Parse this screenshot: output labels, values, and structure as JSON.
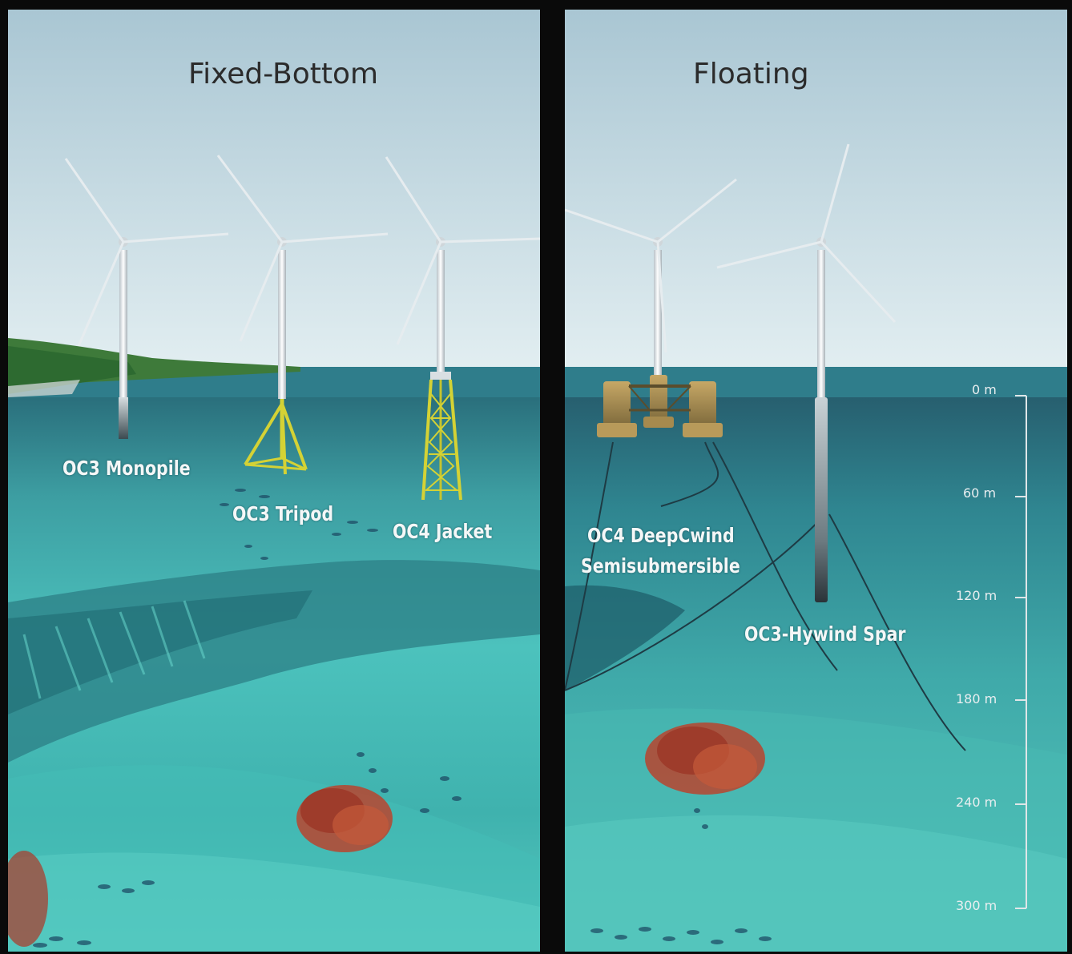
{
  "panels": {
    "fixed_bottom": {
      "title": "Fixed-Bottom",
      "foundations": [
        {
          "label": "OC3 Monopile"
        },
        {
          "label": "OC3 Tripod"
        },
        {
          "label": "OC4 Jacket"
        }
      ]
    },
    "floating": {
      "title": "Floating",
      "foundations": [
        {
          "label_line1": "OC4 DeepCwind",
          "label_line2": "Semisubmersible"
        },
        {
          "label": "OC3-Hywind Spar"
        }
      ],
      "depth_scale": {
        "ticks": [
          "0 m",
          "60 m",
          "120 m",
          "180 m",
          "240 m",
          "300 m"
        ]
      }
    }
  },
  "colors": {
    "sky": "#bcd6df",
    "sea_surface": "#2f7f8c",
    "water_deep": "#2a8f95",
    "water_shallow": "#4fc9c0",
    "tower": "#e8ecef",
    "jacket_yellow": "#d4d235",
    "float_tan": "#b89a5a",
    "coral": "#b8442e",
    "frame": "#0a0a0a"
  }
}
